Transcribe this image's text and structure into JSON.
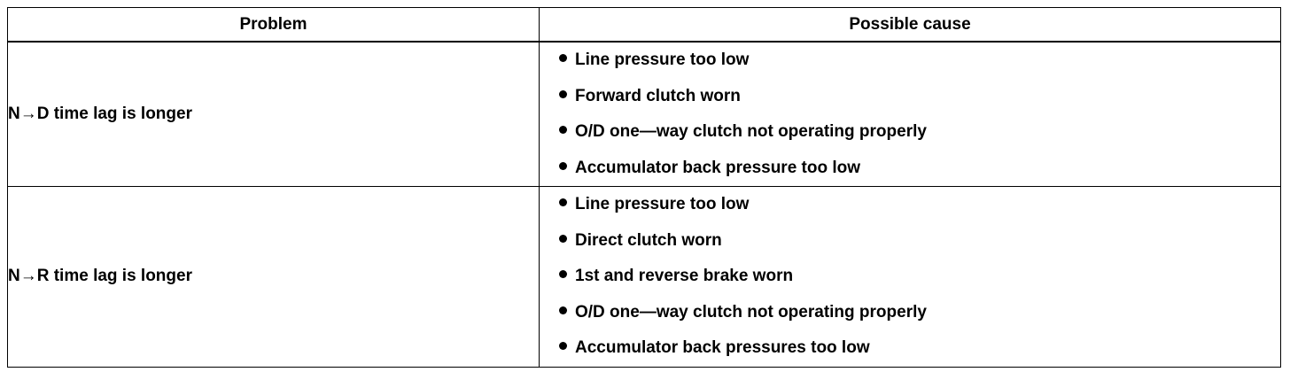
{
  "table": {
    "headers": {
      "problem": "Problem",
      "cause": "Possible cause"
    },
    "rows": [
      {
        "problem": "N→D time lag is longer",
        "causes": [
          "Line pressure too low",
          "Forward clutch worn",
          "O/D one—way clutch not operating properly",
          "Accumulator back pressure too low"
        ]
      },
      {
        "problem": "N→R time lag is longer",
        "causes": [
          "Line pressure too low",
          "Direct clutch worn",
          "1st and reverse brake worn",
          "O/D one—way clutch not operating properly",
          "Accumulator back pressures too low"
        ]
      }
    ]
  }
}
